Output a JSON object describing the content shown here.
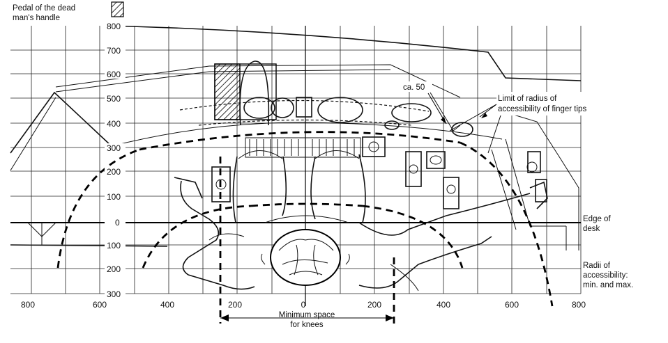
{
  "labels": {
    "pedal": [
      "Pedal of the dead",
      "man's handle"
    ],
    "ca50": "ca. 50",
    "limit": [
      "Limit of radius of",
      "accessibility of finger tips"
    ],
    "edge": [
      "Edge of",
      "desk"
    ],
    "radii": [
      "Radii of",
      "accessibility:",
      "min. and max."
    ],
    "minspace": [
      "Minimum space",
      "for knees"
    ]
  },
  "y_axis_ticks": [
    "800",
    "700",
    "600",
    "500",
    "400",
    "300",
    "200",
    "100",
    "0",
    "100",
    "200",
    "300"
  ],
  "x_axis_ticks": [
    "800",
    "600",
    "400",
    "200",
    "0",
    "200",
    "400",
    "600",
    "800"
  ]
}
